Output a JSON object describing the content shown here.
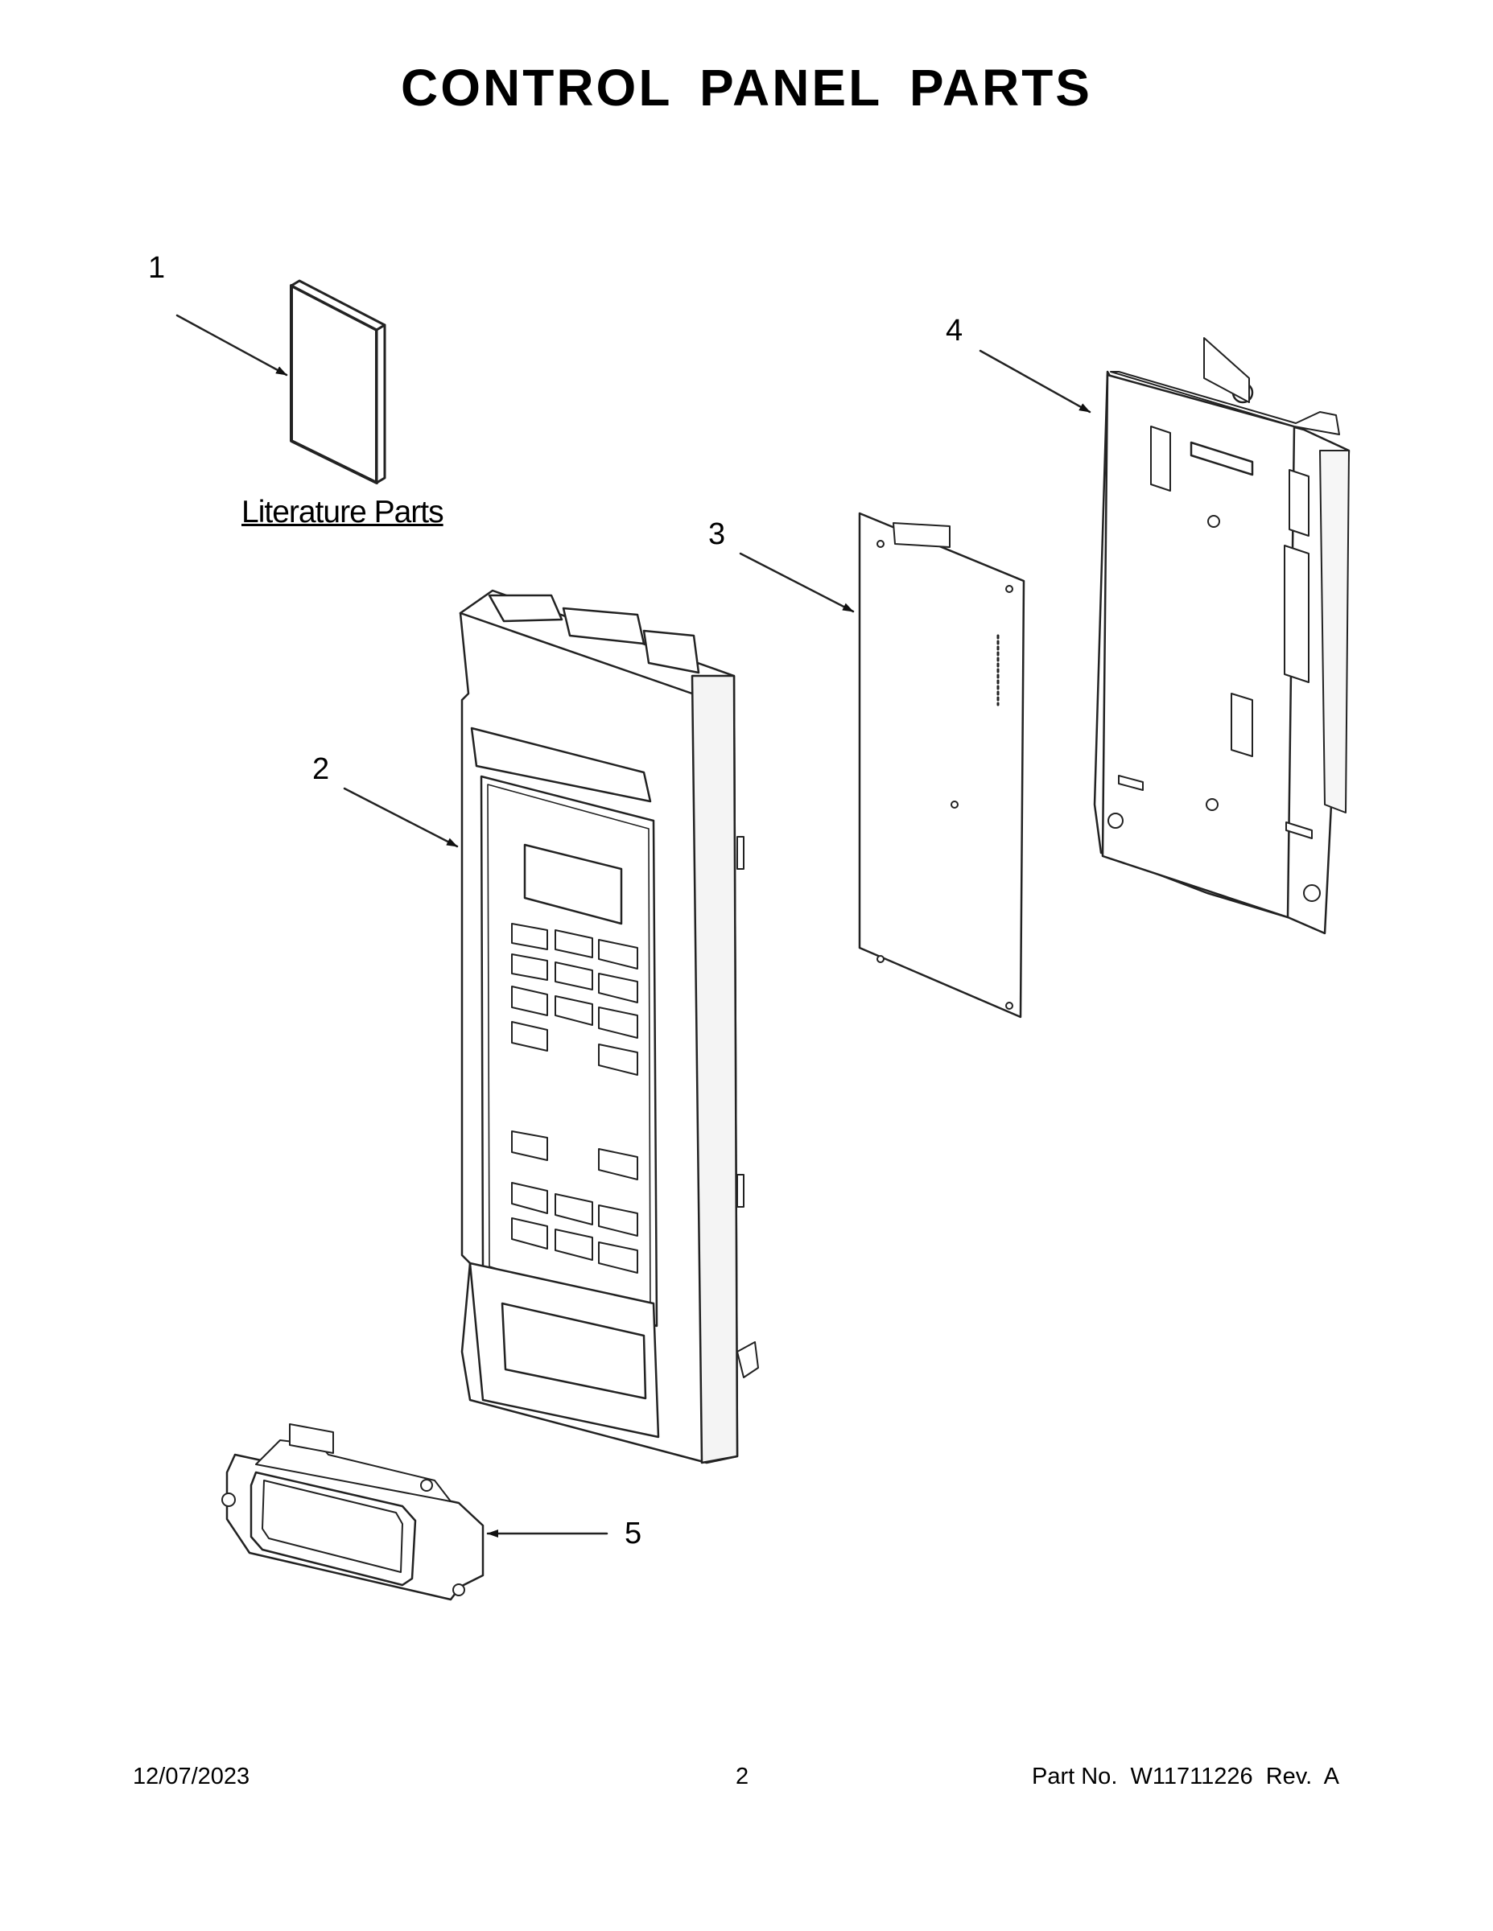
{
  "title": "CONTROL PANEL PARTS",
  "callouts": {
    "c1": "1",
    "c2": "2",
    "c3": "3",
    "c4": "4",
    "c5": "5"
  },
  "literature_label": "Literature Parts",
  "footer": {
    "date": "12/07/2023",
    "page": "2",
    "part": "Part No.  W11711226  Rev.  A"
  }
}
